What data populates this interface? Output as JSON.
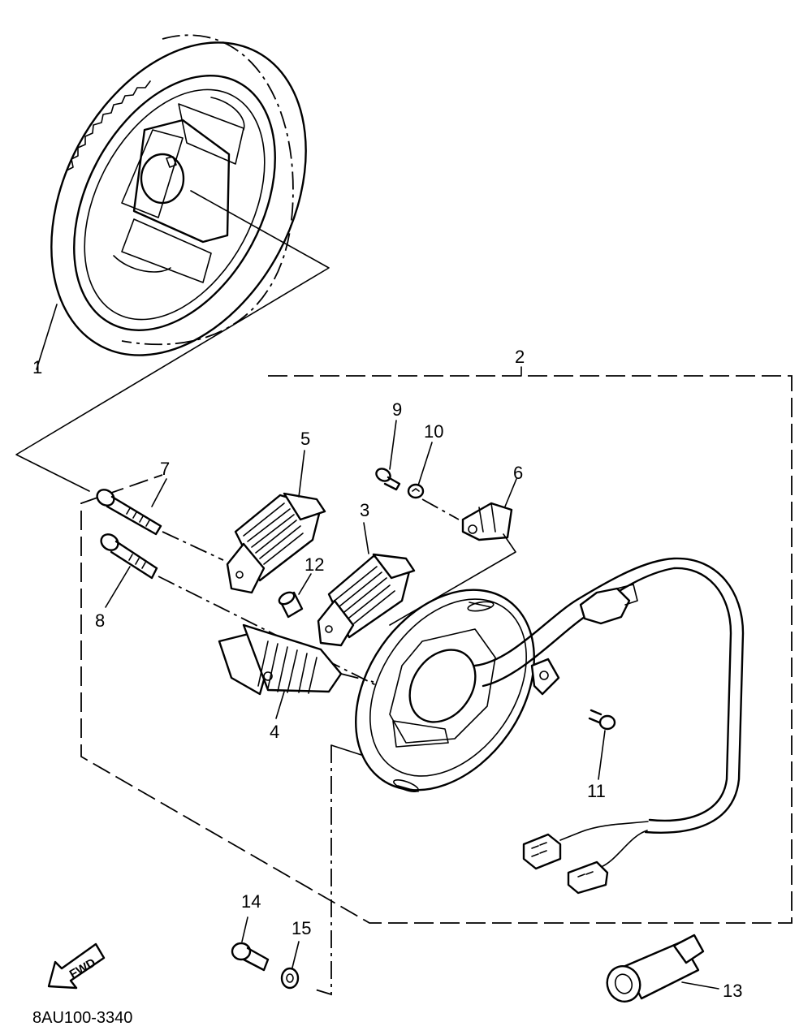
{
  "diagram": {
    "code": "8AU100-3340",
    "direction_label": "FWD",
    "callouts": [
      "1",
      "2",
      "3",
      "4",
      "5",
      "6",
      "7",
      "8",
      "9",
      "10",
      "11",
      "12",
      "13",
      "14",
      "15"
    ]
  }
}
